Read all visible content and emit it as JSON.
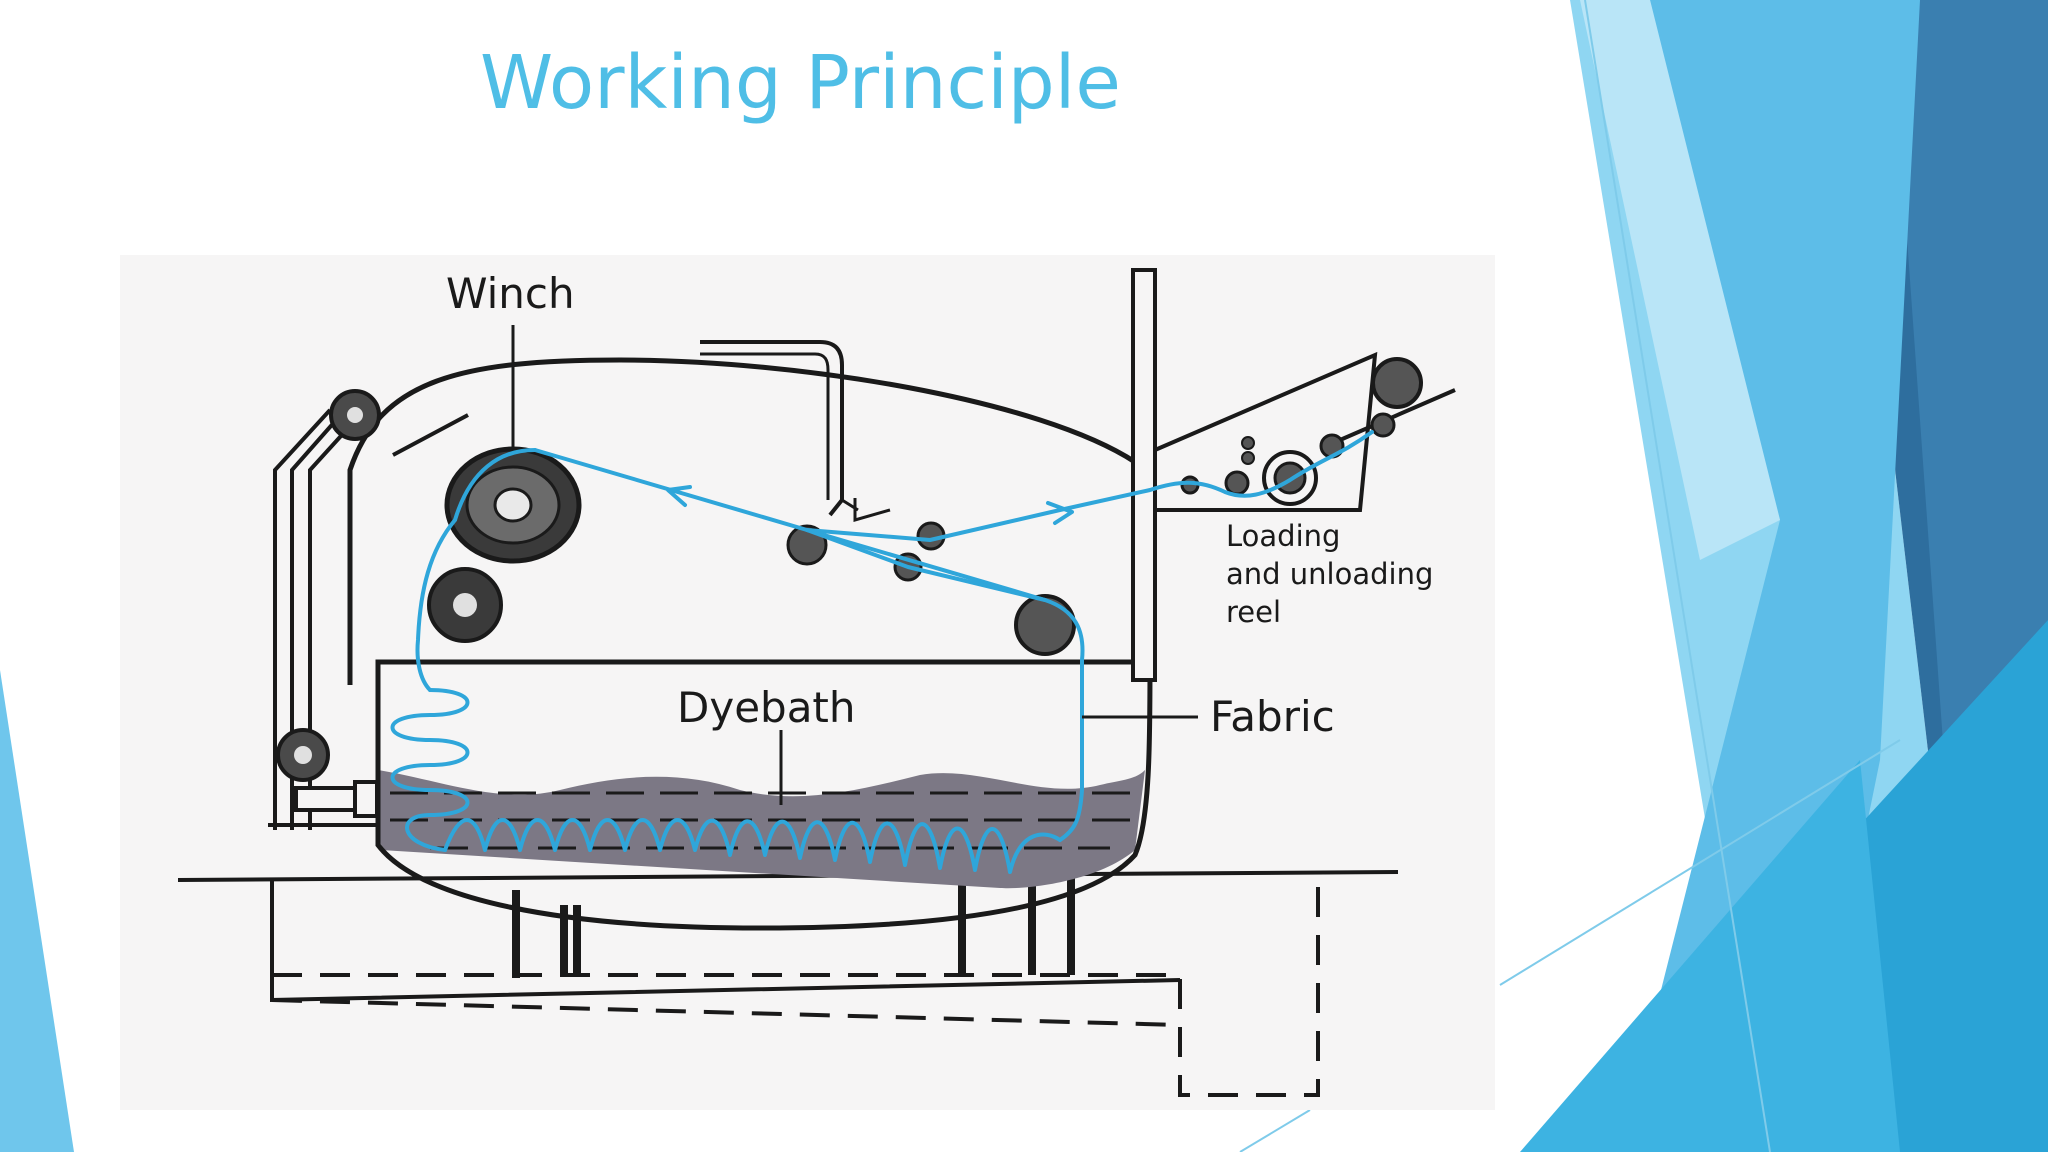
{
  "slide": {
    "title": "Working Principle"
  },
  "diagram": {
    "labels": {
      "winch": "Winch",
      "loading_line1": "Loading",
      "loading_line2": "and unloading",
      "loading_line3": "reel",
      "dyebath": "Dyebath",
      "fabric": "Fabric"
    },
    "colors": {
      "fabric": "#2FA6DA",
      "dye_liquor": "#7C7885",
      "outline": "#1A1A1A",
      "panel_bg": "#F6F5F5"
    }
  },
  "theme": {
    "title_color": "#4FBEE6",
    "accent_dark": "#2E6E9E",
    "accent_mid": "#2BA8D8",
    "accent_light": "#8DD3F0"
  }
}
